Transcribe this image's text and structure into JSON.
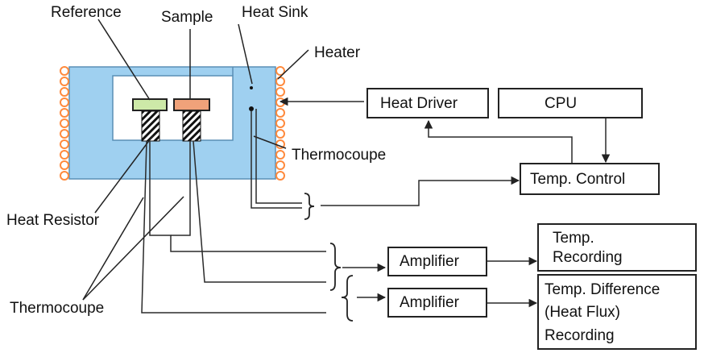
{
  "colors": {
    "furnace_fill": "#9fd0f0",
    "furnace_stroke": "#5a8fb5",
    "cavity_fill": "#ffffff",
    "heater_coil": "#ff8a3d",
    "reference_pan": "#cde9a8",
    "sample_pan": "#f0a27a",
    "line": "#2a2a2a"
  },
  "labels": {
    "reference": "Reference",
    "sample": "Sample",
    "heat_sink": "Heat Sink",
    "heater": "Heater",
    "thermocouple_upper": "Thermocoupe",
    "heat_resistor": "Heat Resistor",
    "thermocouple_lower": "Thermocoupe"
  },
  "boxes": {
    "heat_driver": "Heat Driver",
    "cpu": "CPU",
    "temp_control": "Temp. Control",
    "amplifier_1": "Amplifier",
    "amplifier_2": "Amplifier",
    "temp_recording_line1": "Temp.",
    "temp_recording_line2": "Recording",
    "diff_recording_line1": "Temp. Difference",
    "diff_recording_line2": "(Heat Flux)",
    "diff_recording_line3": "Recording"
  },
  "icons": {
    "heater_coils": "heater-coil-icon",
    "pans": "crucible-icon",
    "heat_resistors": "heat-resistor-icon",
    "braces": "brace-icon"
  }
}
